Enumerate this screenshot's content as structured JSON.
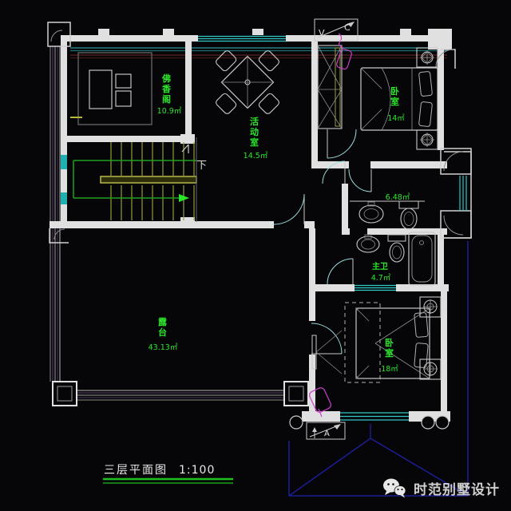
{
  "drawing": {
    "title": "三层平面图",
    "scale": "1:100",
    "rooms": [
      {
        "id": "fo-xiang-ge",
        "label": "佛香阁",
        "area": "10.9㎡"
      },
      {
        "id": "activity-room",
        "label": "活动室",
        "area": "14.5㎡"
      },
      {
        "id": "bedroom-north",
        "label": "卧室",
        "area": "14㎡"
      },
      {
        "id": "bathroom",
        "label": "",
        "area": "6.48㎡"
      },
      {
        "id": "master-bath",
        "label": "主卫",
        "area": "4.7㎡"
      },
      {
        "id": "terrace",
        "label": "露台",
        "area": "43.13㎡"
      },
      {
        "id": "bedroom-south",
        "label": "卧室",
        "area": "18㎡"
      }
    ],
    "stair_direction_label": "下",
    "section_markers": {
      "top_left_letter": "V",
      "top_right_letter": "C",
      "bottom_letter": "A"
    }
  },
  "watermark": {
    "brand": "时范别墅设计",
    "icon": "wechat-icon"
  },
  "colors": {
    "background": "#060608",
    "wall": "#e0e0e0",
    "window_cyan": "#30c8c8",
    "stair_olive": "#9a9a3c",
    "label_green": "#2ce62c",
    "path_green": "#1fa01f",
    "accent_magenta": "#cc3ecc",
    "roof_blue": "#1d1d96",
    "eave_teal": "#2f9898",
    "eave_maroon": "#5c2222",
    "railing_purple": "#5a4070",
    "title_underline_green": "#1fbf1f",
    "watermark_text": "#cfcfcf"
  }
}
